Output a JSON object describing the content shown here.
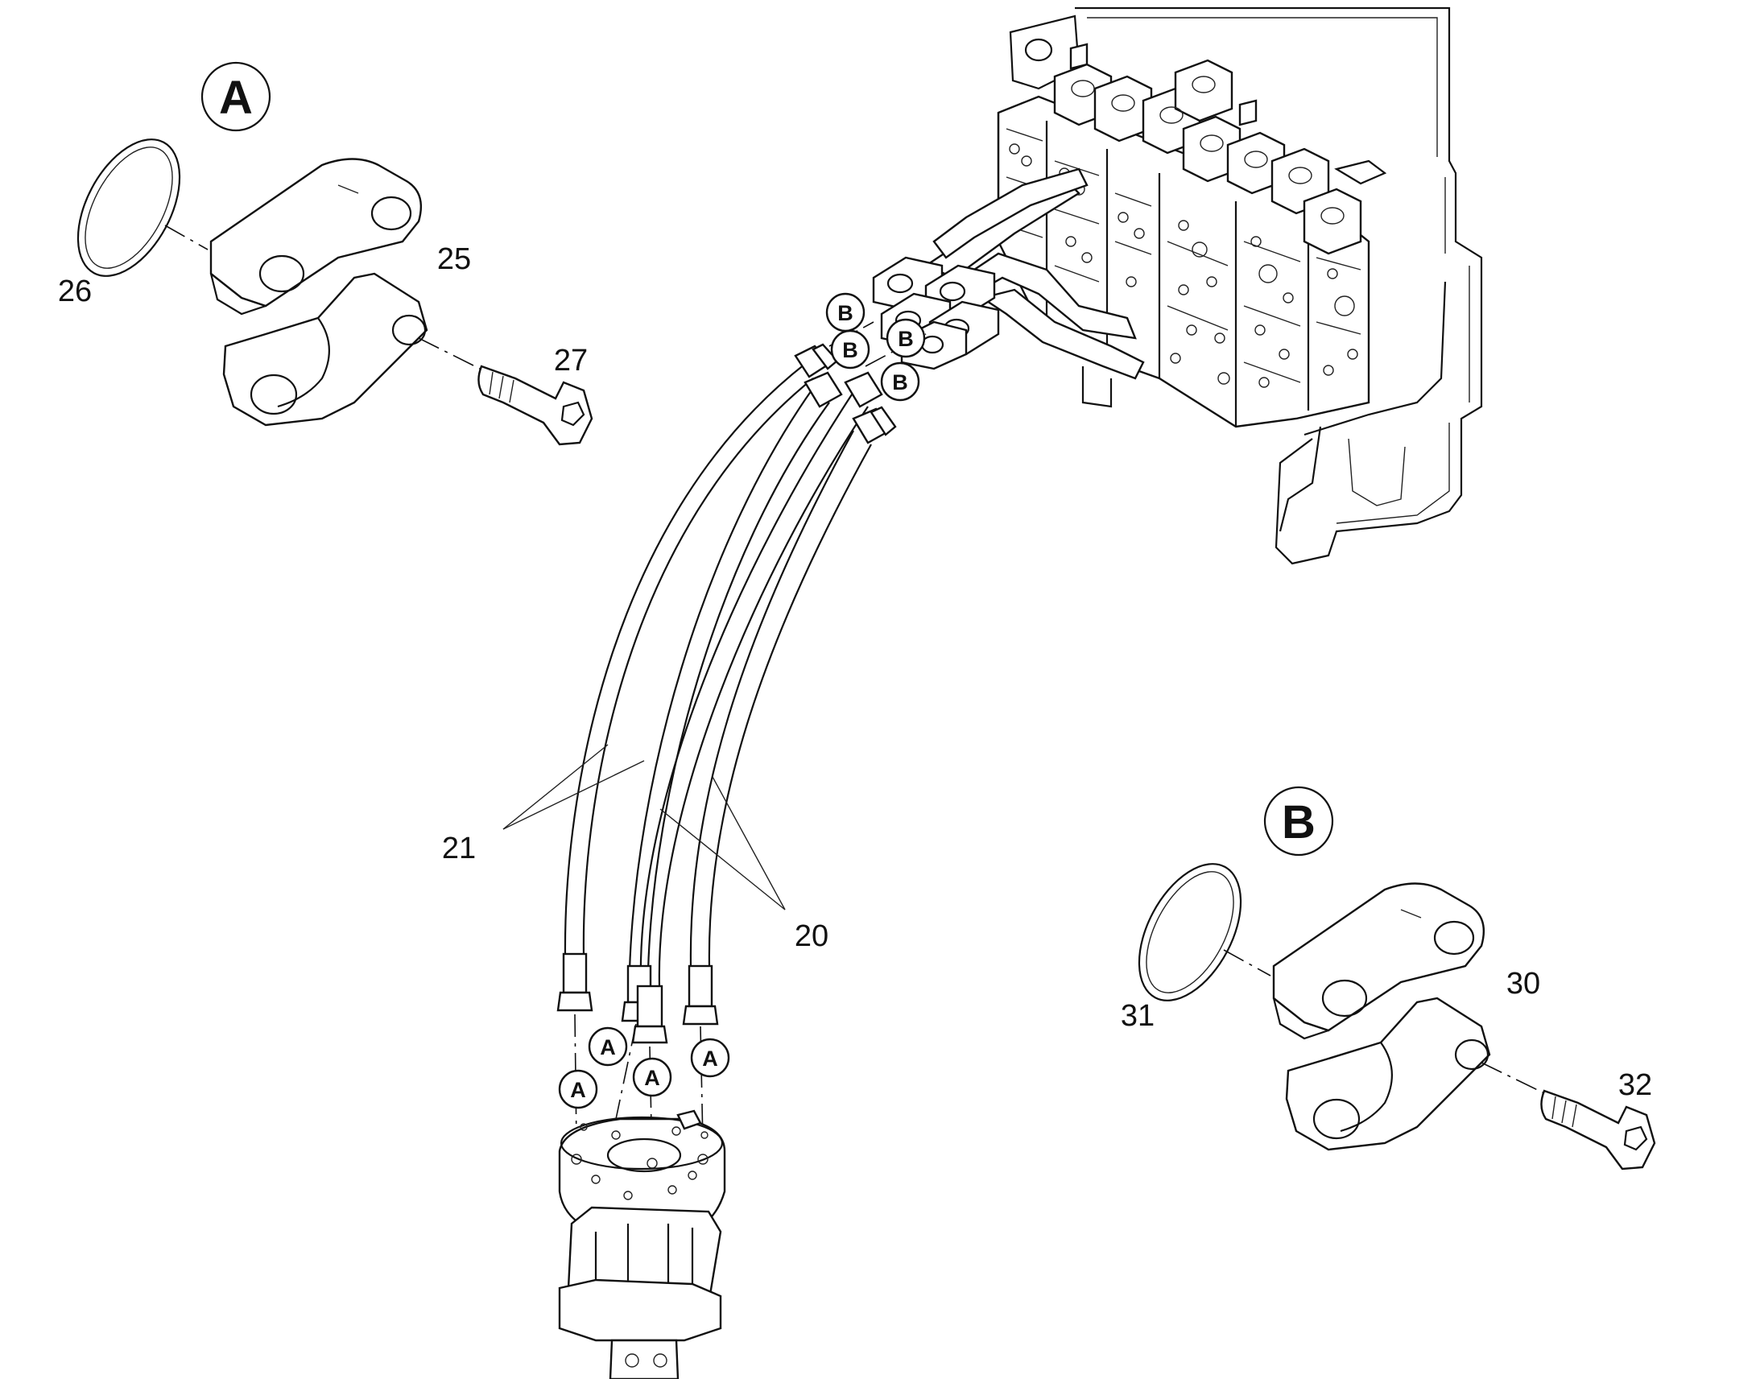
{
  "detail_labels": {
    "a": "A",
    "b": "B"
  },
  "callouts": {
    "p20": "20",
    "p21": "21",
    "p25": "25",
    "p26": "26",
    "p27": "27",
    "p30": "30",
    "p31": "31",
    "p32": "32"
  },
  "connector_letters": {
    "a": "A",
    "b": "B"
  }
}
